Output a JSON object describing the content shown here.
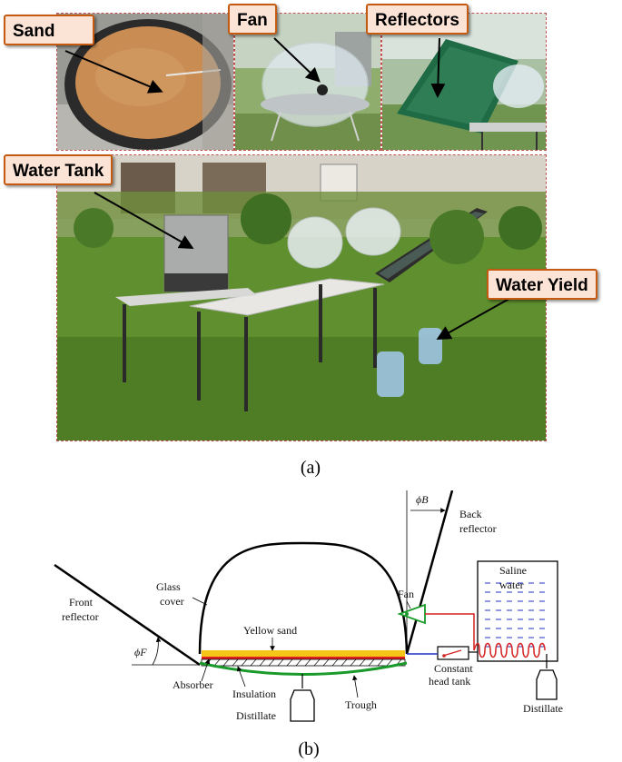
{
  "photo_labels": {
    "sand": "Sand",
    "fan": "Fan",
    "reflectors": "Reflectors",
    "water_tank": "Water Tank",
    "water_yield": "Water Yield"
  },
  "captions": {
    "a": "(a)",
    "b": "(b)"
  },
  "diagram_labels": {
    "back_reflector_1": "Back",
    "back_reflector_2": "reflector",
    "phi_b": "ϕB",
    "glass_cover_1": "Glass",
    "glass_cover_2": "cover",
    "front_reflector_1": "Front",
    "front_reflector_2": "reflector",
    "phi_f": "ϕF",
    "fan": "Fan",
    "saline_1": "Saline",
    "saline_2": "water",
    "yellow_sand": "Yellow sand",
    "absorber": "Absorber",
    "insulation": "Insulation",
    "trough": "Trough",
    "distillate_left": "Distillate",
    "distillate_right": "Distillate",
    "constant_1": "Constant",
    "constant_2": "head tank"
  },
  "colors": {
    "label_fill": "#fbe3d6",
    "label_border": "#c55a11",
    "photo_border": "#c0504d",
    "sand_layer": "#f5c518",
    "absorber_red": "#e02020",
    "trough_green": "#1a9a2a",
    "pipe_red": "#d42020",
    "pipe_blue": "#2030c0"
  }
}
